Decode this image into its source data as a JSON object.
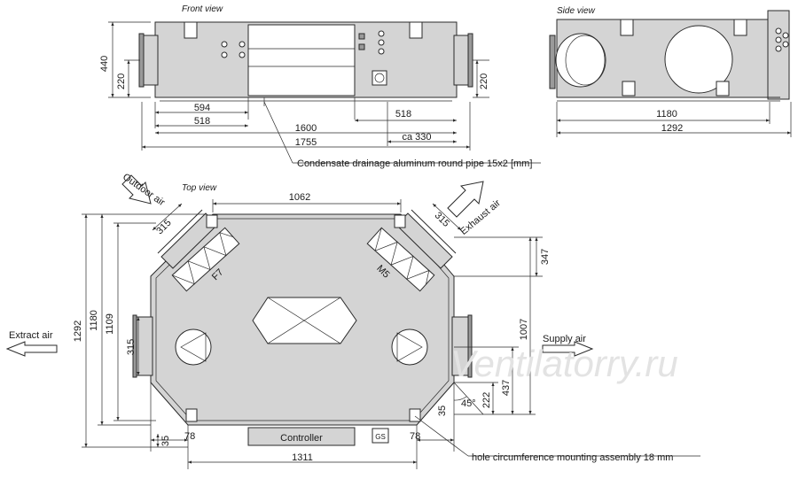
{
  "views": {
    "front": "Front view",
    "side": "Side view",
    "top": "Top view"
  },
  "front_dims": {
    "d440": "440",
    "d220_left": "220",
    "d220_right": "220",
    "d594": "594",
    "d518_left": "518",
    "d518_right": "518",
    "d1600": "1600",
    "d1755": "1755",
    "dca330": "ca 330"
  },
  "side_dims": {
    "d1180": "1180",
    "d1292": "1292"
  },
  "top_dims": {
    "d1062": "1062",
    "d315_tl": "315",
    "d315_tr": "315",
    "d347": "347",
    "d1292": "1292",
    "d1180": "1180",
    "d1109": "1109",
    "d315_left": "315",
    "d1007": "1007",
    "d437": "437",
    "d222": "222",
    "d35_right": "35",
    "d45deg": "45°",
    "d35_bottom": "35",
    "d78_left": "78",
    "d78_right": "78",
    "d1311": "1311"
  },
  "labels": {
    "condensate": "Condensate drainage aluminum round pipe  15x2 [mm]",
    "outdoor_air": "Outdoor air",
    "exhaust_air": "Exhaust air",
    "extract_air": "Extract air",
    "supply_air": "Supply air",
    "filter_f7": "F7",
    "filter_m5": "M5",
    "controller": "Controller",
    "gs": "GS",
    "mounting": "hole circumference mounting assembly 18 mm",
    "watermark": "Ventilatorry.ru"
  }
}
